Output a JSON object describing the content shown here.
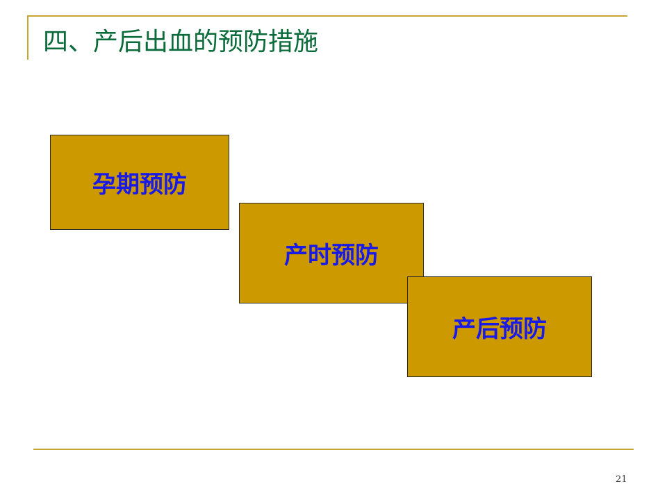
{
  "slide": {
    "title": "四、产后出血的预防措施",
    "boxes": [
      {
        "label": "孕期预防"
      },
      {
        "label": "产时预防"
      },
      {
        "label": "产后预防"
      }
    ],
    "page_number": "21"
  },
  "colors": {
    "title_text": "#0a6b3a",
    "box_fill": "#cc9900",
    "box_text": "#1a1ae6",
    "accent_line": "#c8a432"
  }
}
